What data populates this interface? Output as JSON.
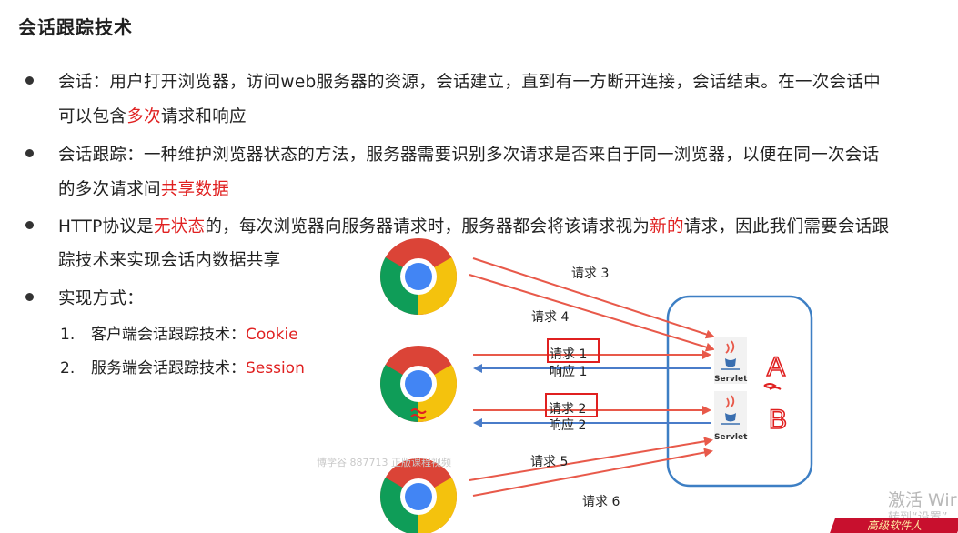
{
  "title": "会话跟踪技术",
  "bullets": [
    {
      "line1": [
        "会话：用户打开浏览器，访问web服务器的资源，会话建立，直到有一方断开连接，会话结束。在一次会话中"
      ],
      "line2_a": "可以包含",
      "line2_red": "多次",
      "line2_b": "请求和响应"
    },
    {
      "line1": "会话跟踪：一种维护浏览器状态的方法，服务器需要识别多次请求是否来自于同一浏览器，以便在同一次会话",
      "line2_a": "的多次请求间",
      "line2_red": "共享数据"
    },
    {
      "line1_a": "HTTP协议是",
      "line1_red1": "无状态",
      "line1_b": "的，每次浏览器向服务器请求时，服务器都会将该请求视为",
      "line1_red2": "新的",
      "line1_c": "请求，因此我们需要会话跟",
      "line2": "踪技术来实现会话内数据共享"
    },
    {
      "line1": "实现方式："
    }
  ],
  "methods": [
    {
      "num": "1.",
      "label": "客户端会话跟踪技术：",
      "value": "Cookie"
    },
    {
      "num": "2.",
      "label": "服务端会话跟踪技术：",
      "value": "Session"
    }
  ],
  "diagram": {
    "requests": [
      "请求 3",
      "请求 4",
      "请求 1",
      "响应 1",
      "请求 2",
      "响应 2",
      "请求 5",
      "请求 6"
    ],
    "servlet_label": "Servlet",
    "server_a": "A",
    "server_b": "B"
  },
  "watermark": "博学谷 887713 正版课程视频",
  "windows_activate": {
    "line1": "激活 Wir",
    "line2": "转到“设置”"
  },
  "banner": "高级软件人",
  "colors": {
    "accent_red": "#e02020",
    "arrow_red": "#e8594a",
    "arrow_blue": "#4a7cc9",
    "server_box": "#3d7fc4"
  }
}
